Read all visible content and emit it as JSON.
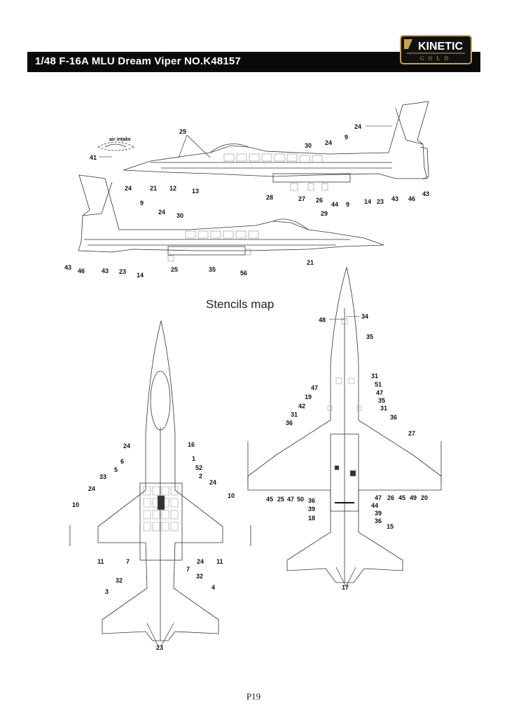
{
  "header": {
    "title": "1/48 F-16A MLU Dream Viper NO.K48157",
    "brand_main": "KINETIC",
    "brand_sub": "GOLD",
    "bar_color": "#0a0a0a",
    "brand_gold": "#c9a24a"
  },
  "section_title": "Stencils map",
  "inset_label": "air intake",
  "page_number": "P19",
  "callouts": {
    "side_top": [
      "29",
      "24",
      "30",
      "24",
      "9",
      "41",
      "21",
      "12",
      "13",
      "28",
      "27",
      "26",
      "44",
      "9",
      "14",
      "23",
      "43",
      "46",
      "43"
    ],
    "side_bottom": [
      "24",
      "9",
      "24",
      "30",
      "29",
      "43",
      "46",
      "43",
      "23",
      "14",
      "25",
      "35",
      "56",
      "21"
    ],
    "top_view": [
      "24",
      "16",
      "1",
      "6",
      "52",
      "5",
      "2",
      "33",
      "24",
      "24",
      "10",
      "10",
      "11",
      "11",
      "7",
      "7",
      "24",
      "32",
      "32",
      "3",
      "4",
      "23"
    ],
    "bottom_view": [
      "48",
      "34",
      "35",
      "31",
      "51",
      "47",
      "47",
      "19",
      "35",
      "42",
      "31",
      "31",
      "36",
      "36",
      "27",
      "45",
      "25",
      "47",
      "50",
      "36",
      "47",
      "26",
      "45",
      "49",
      "20",
      "44",
      "39",
      "39",
      "36",
      "18",
      "15",
      "17"
    ]
  }
}
